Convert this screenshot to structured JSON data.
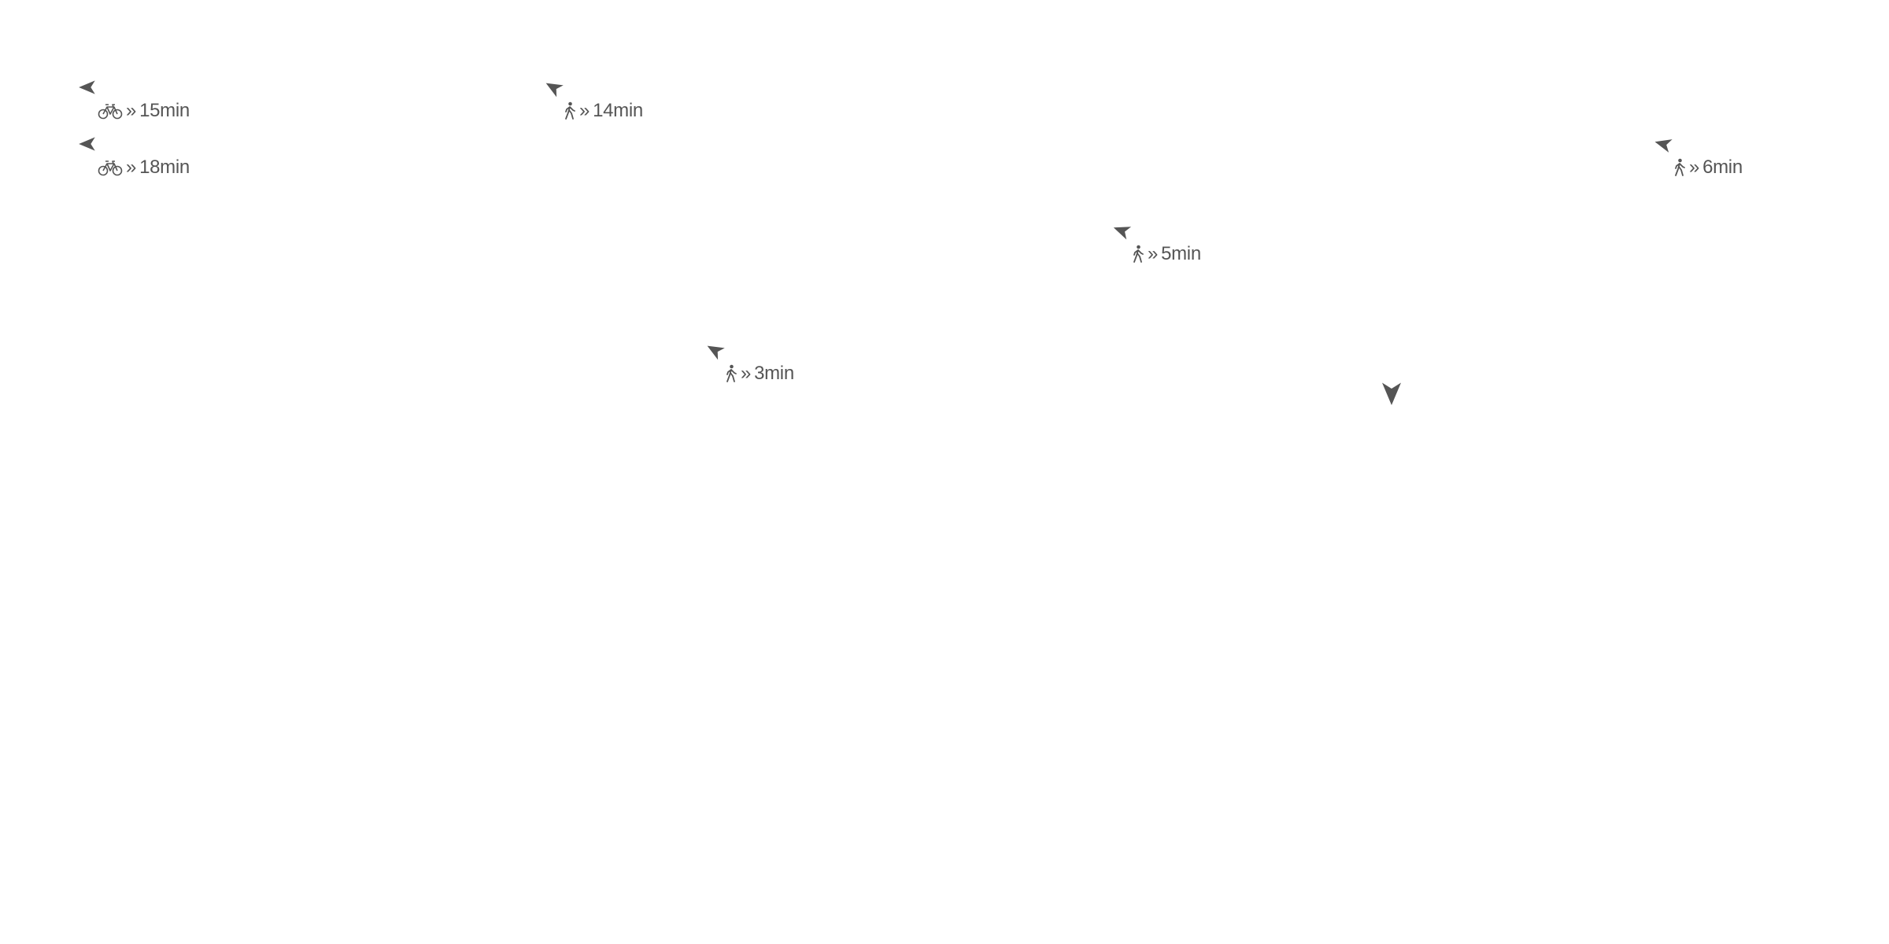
{
  "colors": {
    "background": "#ffffff",
    "marker": "#555555"
  },
  "routes": [
    {
      "mode": "bicycle-icon",
      "sep": "»",
      "time": "15min"
    },
    {
      "mode": "bicycle-icon",
      "sep": "»",
      "time": "18min"
    },
    {
      "mode": "walking-icon",
      "sep": "»",
      "time": "14min"
    },
    {
      "mode": "walking-icon",
      "sep": "»",
      "time": "3min"
    },
    {
      "mode": "walking-icon",
      "sep": "»",
      "time": "5min"
    },
    {
      "mode": "walking-icon",
      "sep": "»",
      "time": "6min"
    }
  ],
  "current_location": {
    "icon": "heading-arrow-icon"
  }
}
